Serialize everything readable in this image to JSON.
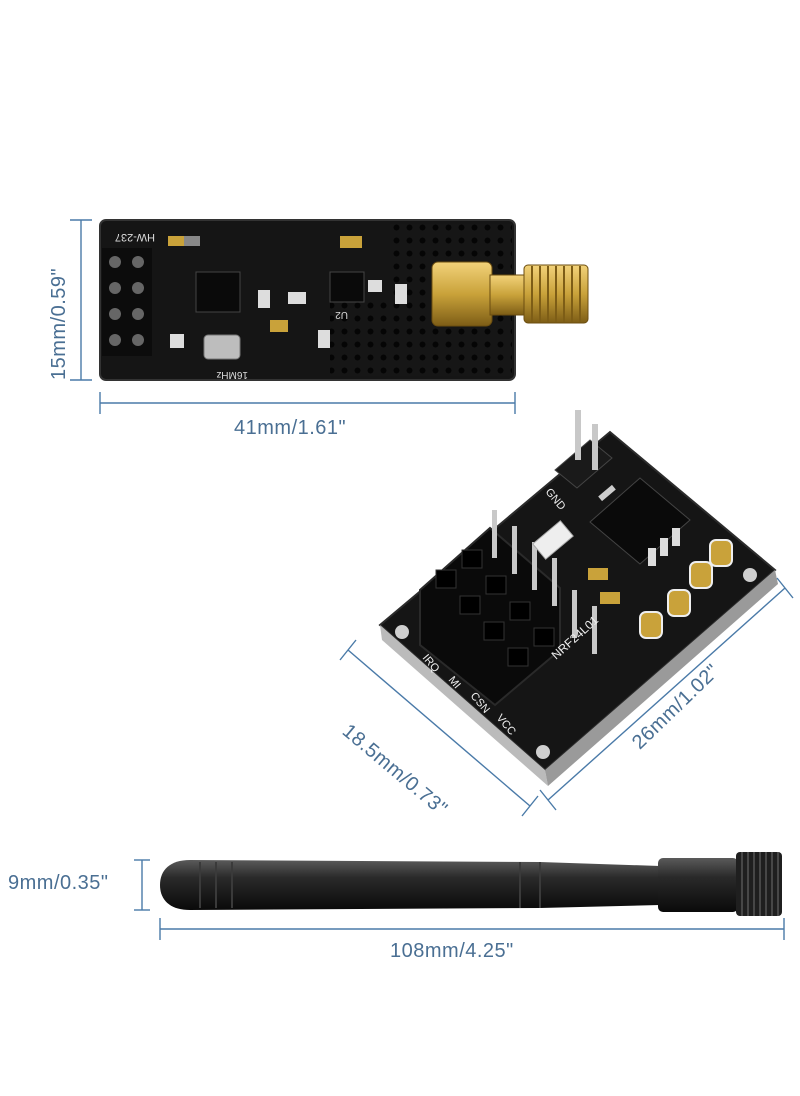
{
  "colors": {
    "dimension_line": "#4a7aa8",
    "dimension_text": "#4a6f93",
    "pcb_black": "#141414",
    "gold": "#c9a23a"
  },
  "module": {
    "board_label": "HW-237",
    "crystal_label": "16MHz",
    "chip_label": "U2",
    "width_label": "41mm/1.61\"",
    "height_label": "15mm/0.59\""
  },
  "adapter": {
    "board_label": "NRF24L01",
    "pin_labels": [
      "IRQ",
      "MI",
      "CSN",
      "VCC"
    ],
    "power_pin_label": "GND",
    "width_label": "18.5mm/0.73\"",
    "length_label": "26mm/1.02\""
  },
  "antenna": {
    "diameter_label": "9mm/0.35\"",
    "length_label": "108mm/4.25\""
  }
}
